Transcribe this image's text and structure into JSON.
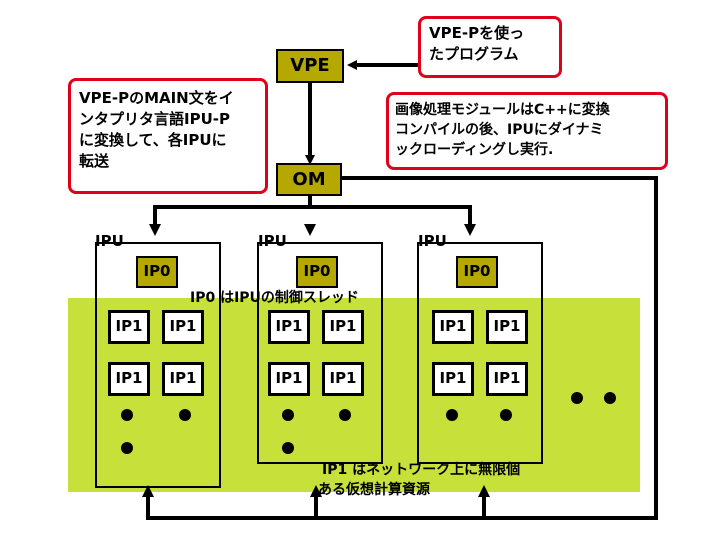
{
  "nodes": {
    "vpe": "VPE",
    "om": "OM",
    "ip0": "IP0",
    "ip1": "IP1",
    "ipu": "IPU"
  },
  "callouts": {
    "vpe_program": [
      "VPE-Pを使っ",
      "たプログラム"
    ],
    "vpe_main": [
      "VPE-PのMAIN文をイ",
      "ンタプリタ言語IPU-P",
      "に変換して、各IPUに",
      "転送"
    ],
    "image_module": [
      "画像処理モジュールはC++に変換",
      "コンパイルの後、IPUにダイナミ",
      "ックローディングし実行."
    ]
  },
  "notes": {
    "ip0_note": "IP0 はIPUの制御スレッド",
    "ip1_note_line1": "IP1 はネットワーク上に無限個",
    "ip1_note_line2": "ある仮想計算資源"
  },
  "colors": {
    "node_fill": "#b5a800",
    "band_fill": "#c7e03a",
    "callout_border": "#e0001a"
  }
}
